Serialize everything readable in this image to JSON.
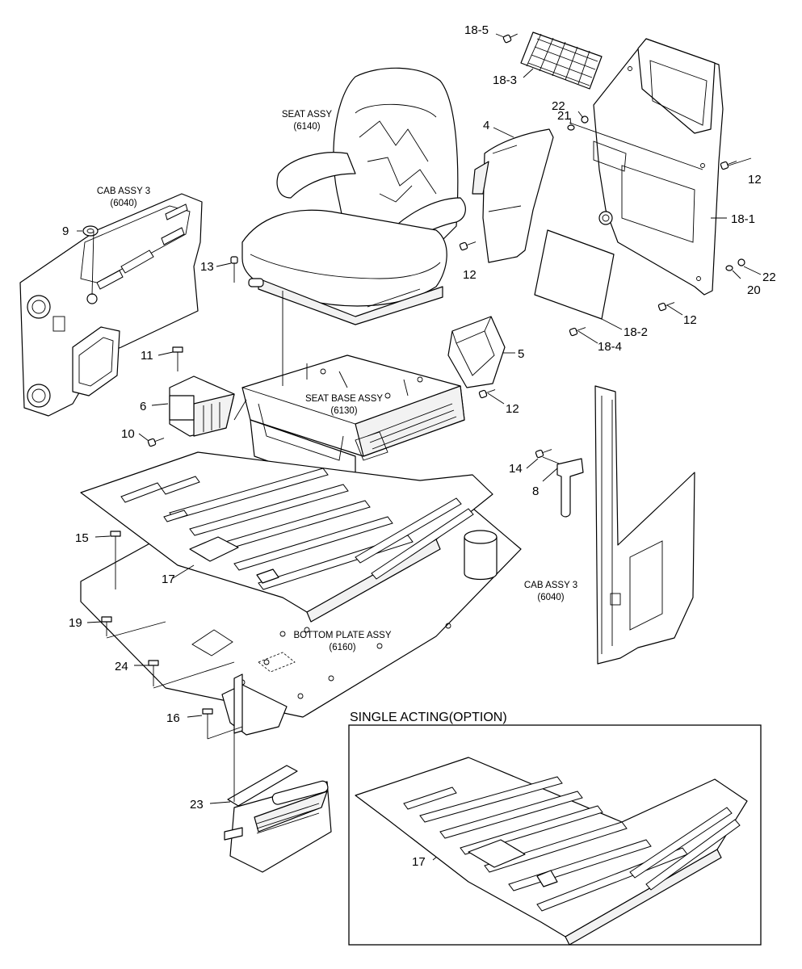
{
  "assemblies": {
    "seat": {
      "title": "SEAT ASSY",
      "code": "(6140)"
    },
    "cab_left": {
      "title": "CAB ASSY 3",
      "code": "(6040)"
    },
    "cab_right": {
      "title": "CAB ASSY 3",
      "code": "(6040)"
    },
    "seat_base": {
      "title": "SEAT BASE ASSY",
      "code": "(6130)"
    },
    "bottom_plate": {
      "title": "BOTTOM PLATE ASSY",
      "code": "(6160)"
    }
  },
  "option_box": {
    "title": "SINGLE ACTING(OPTION)"
  },
  "callouts": {
    "c18_5": "18-5",
    "c18_3": "18-3",
    "c22a": "22",
    "c21": "21",
    "c4": "4",
    "c12a": "12",
    "c18_1": "18-1",
    "c12b": "12",
    "c20": "20",
    "c22b": "22",
    "c12c": "12",
    "c18_2": "18-2",
    "c18_4": "18-4",
    "c5": "5",
    "c12d": "12",
    "c9": "9",
    "c13": "13",
    "c11": "11",
    "c6": "6",
    "c10": "10",
    "c14": "14",
    "c8": "8",
    "c15": "15",
    "c17a": "17",
    "c19": "19",
    "c24": "24",
    "c16": "16",
    "c23": "23",
    "c17b": "17"
  }
}
